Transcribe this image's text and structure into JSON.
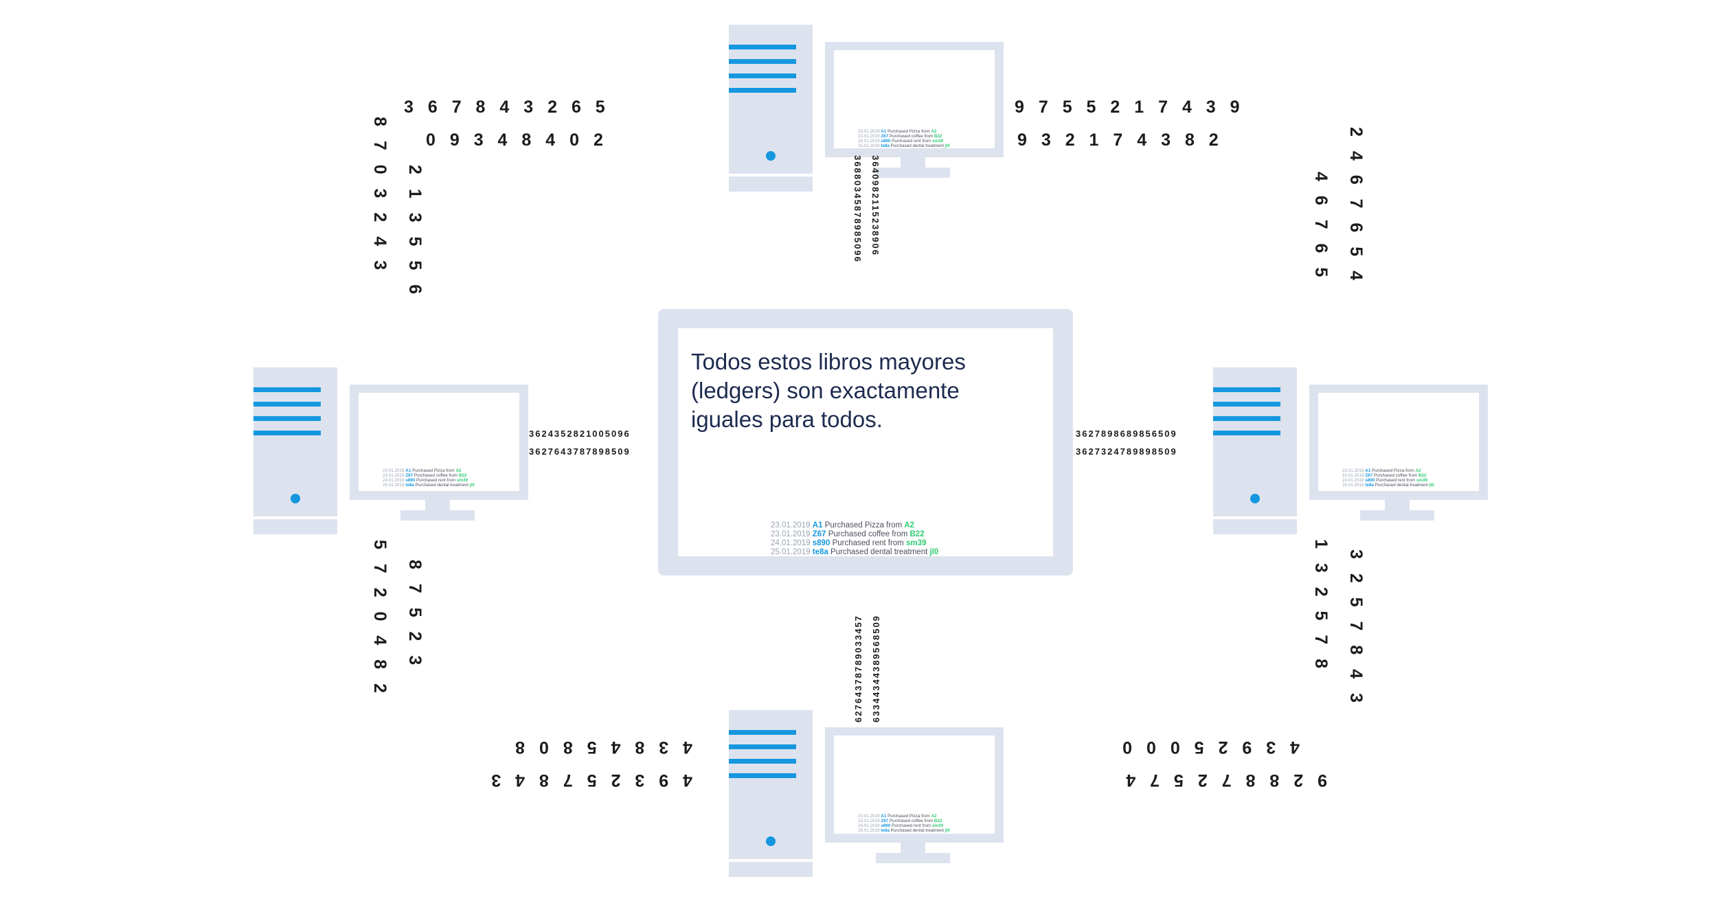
{
  "central_message": [
    "Todos estos libros mayores",
    "(ledgers) son exactamente",
    "iguales para todos."
  ],
  "ledger": [
    {
      "date": "23.01.2019",
      "id": "A1",
      "text": "Purchased Pizza from",
      "to": "A2"
    },
    {
      "date": "23.01.2019",
      "id": "Z67",
      "text": "Purchased coffee from",
      "to": "B22"
    },
    {
      "date": "24.01.2019",
      "id": "s890",
      "text": "Purchased rent from",
      "to": "sm39"
    },
    {
      "date": "25.01.2019",
      "id": "te8a",
      "text": "Purchased dental treatment",
      "to": "jl0"
    }
  ],
  "streams": {
    "top_left_a": "3 6 7 8 4 3 2 6 5",
    "top_left_b": "0 9 3 4 8 4 0 2",
    "top_right_a": "9 7 5 5 2 1 7 4 3 9",
    "top_right_b": "9 3 2 1 7 4 3 8 2",
    "left_top_a": "8 7 0 3 2 4 3",
    "left_top_b": "2 1 3 5 5 6",
    "right_top_a": "2 4 6 7 6 5 4",
    "right_top_b": "4 6 7 6 5",
    "left_bottom_a": "5 7 2 0 4 8 2",
    "left_bottom_b": "8 7 5 2 3",
    "right_bottom_a": "3 2 5 7 8 4 3",
    "right_bottom_b": "1 3 2 5 7 8",
    "bottom_left_a": "4 3 8 4 5 8 0 8",
    "bottom_left_b": "4 9 3 2 5 7 8 4 3",
    "bottom_right_a": "4 3 9 2 5 0 0 0",
    "bottom_right_b": "9 2 8 8 7 2 5 7 4",
    "left_link_a": "3624352821005096",
    "left_link_b": "3627643787898509",
    "right_link_a": "3627898689856509",
    "right_link_b": "3627324789898509",
    "top_link_a": "36880345878985096",
    "top_link_b": "3640982115238906",
    "bottom_link_a": "62764378789033457",
    "bottom_link_b": "63344344389568509"
  },
  "colors": {
    "device": "#dde3ee",
    "screen": "#ffffff",
    "stripe": "#1597e0",
    "led": "#1597e0",
    "text_dark": "#1d2b4f",
    "accent_green": "#2ecc71"
  }
}
